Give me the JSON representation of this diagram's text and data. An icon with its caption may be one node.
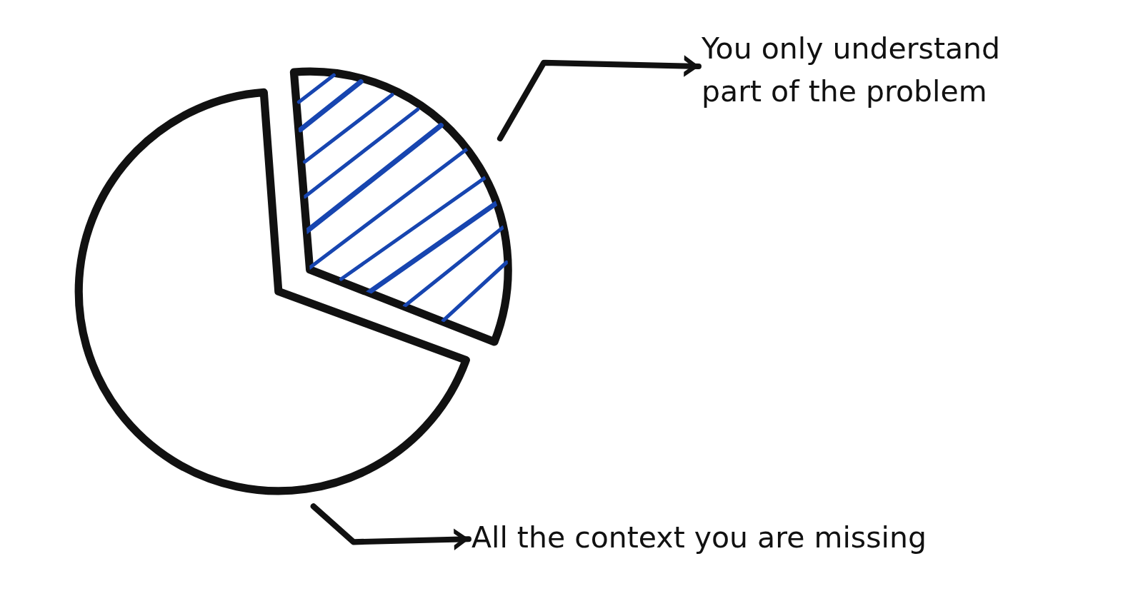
{
  "diagram": {
    "nodes": [
      {
        "text": [],
        "shape": "wedge"
      },
      {
        "text": [],
        "shape": "wedge"
      },
      {
        "text": [
          "You only understand part of the problem"
        ]
      },
      {
        "text": [
          "All the context you are missing"
        ]
      }
    ],
    "edges": [
      {
        "from": 1,
        "to": 2,
        "arrow": "to"
      },
      {
        "from": 0,
        "to": 3,
        "arrow": "to"
      }
    ]
  }
}
